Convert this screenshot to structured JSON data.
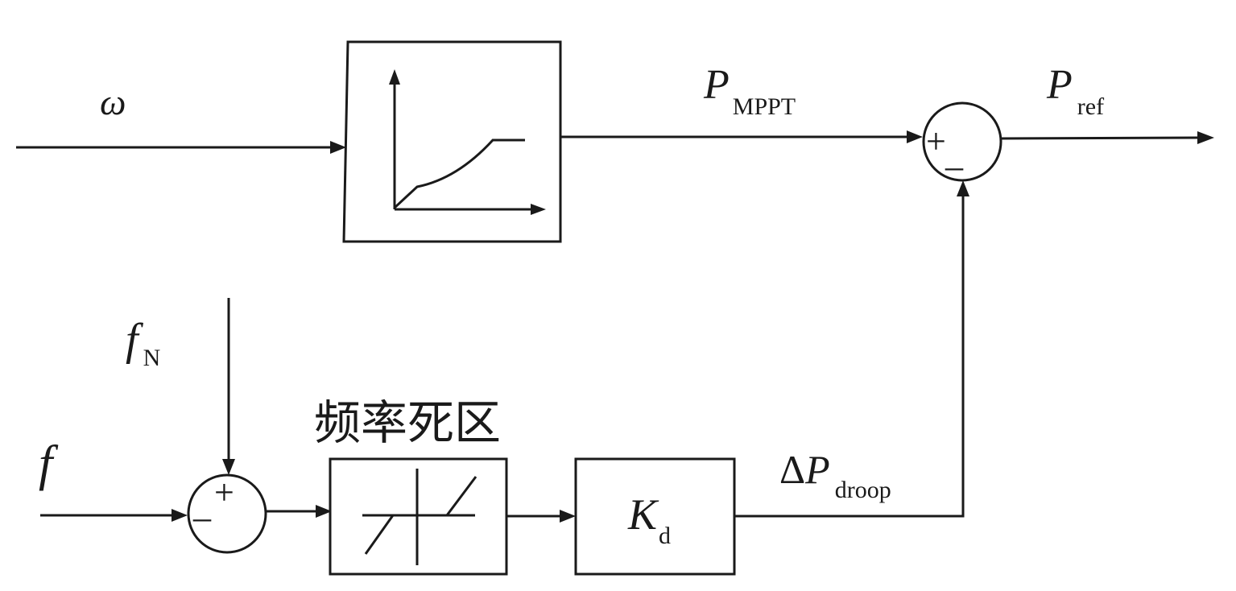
{
  "signals": {
    "omega": "ω",
    "f": "f",
    "f_N": {
      "main": "f",
      "sub": "N"
    },
    "P_MPPT": {
      "main": "P",
      "sub": "MPPT"
    },
    "P_ref": {
      "main": "P",
      "sub": "ref"
    },
    "dP_droop": {
      "delta": "Δ",
      "main": "P",
      "sub": "droop"
    }
  },
  "blocks": {
    "deadband_label": "频率死区",
    "gain": {
      "main": "K",
      "sub": "d"
    }
  },
  "junctions": {
    "sum_top": {
      "sign_plus": "+",
      "sign_minus": "_"
    },
    "sum_bottom": {
      "sign_plus": "+",
      "sign_minus": "_"
    }
  }
}
